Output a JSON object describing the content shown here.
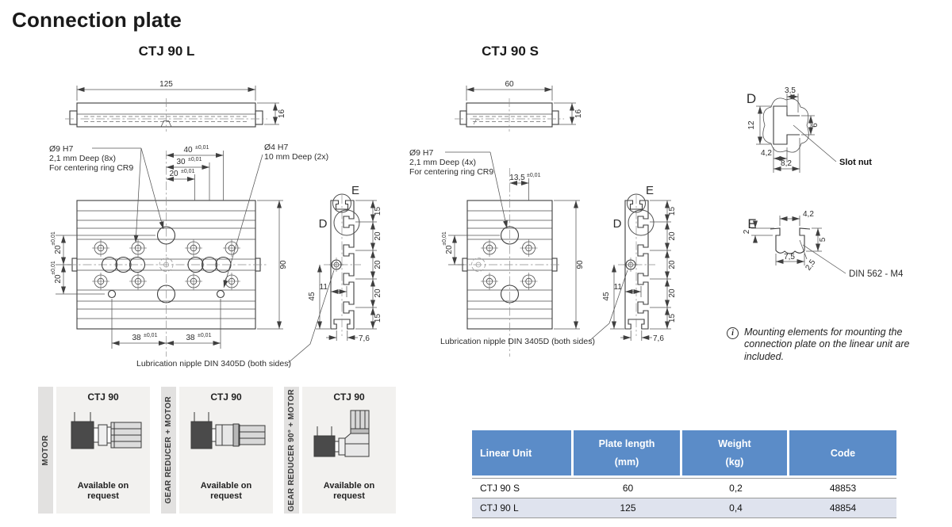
{
  "page": {
    "title": "Connection plate"
  },
  "tol": "±0,01",
  "ctj90l": {
    "title": "CTJ 90 L",
    "top": {
      "length": "125",
      "thickness": "16"
    },
    "front": {
      "hole9_1": "Ø9 H7",
      "hole9_2": "2,1 mm Deep  (8x)",
      "hole9_3": "For centering ring CR9",
      "hole4_1": "Ø4 H7",
      "hole4_2": "10 mm Deep (2x)",
      "dim_40": "40",
      "dim_30": "30",
      "dim_20": "20",
      "dim_v20_top": "20",
      "dim_v20_bot": "20",
      "dim_38_l": "38",
      "dim_38_r": "38",
      "dim_90": "90",
      "lubrication": "Lubrication nipple DIN 3405D (both sides)"
    }
  },
  "ctj90s": {
    "title": "CTJ 90 S",
    "top": {
      "length": "60",
      "thickness": "16"
    },
    "front": {
      "hole9_1": "Ø9 H7",
      "hole9_2": "2,1 mm Deep (4x)",
      "hole9_3": "For centering ring CR9",
      "dim_13_5": "13,5",
      "dim_v20": "20",
      "dim_90": "90",
      "lubrication": "Lubrication nipple DIN 3405D (both sides)"
    }
  },
  "side_view": {
    "label_d": "D",
    "label_e": "E",
    "dim_15_top": "15",
    "dim_20_1": "20",
    "dim_20_2": "20",
    "dim_20_3": "20",
    "dim_15_bot": "15",
    "dim_45": "45",
    "dim_11": "11",
    "dim_7_6": "7,6"
  },
  "detail_d": {
    "label": "D",
    "dim_3_5": "3,5",
    "dim_12": "12",
    "dim_6": "6",
    "dim_4_2": "4,2",
    "dim_8_2": "8,2",
    "callout": "Slot nut"
  },
  "detail_e": {
    "label": "E",
    "dim_4_2": "4,2",
    "dim_2": "2",
    "dim_5": "5",
    "dim_7_5": "7,5",
    "dim_2_5": "2,5",
    "callout": "DIN 562 - M4"
  },
  "note": {
    "icon": "i",
    "text": "Mounting elements for mounting the connection plate on the linear unit are included."
  },
  "options": {
    "items": [
      {
        "label": "MOTOR",
        "card_title": "CTJ 90",
        "availability": "Available on request"
      },
      {
        "label": "GEAR REDUCER + MOTOR",
        "card_title": "CTJ 90",
        "availability": "Available on request"
      },
      {
        "label": "GEAR REDUCER  90° + MOTOR",
        "card_title": "CTJ 90",
        "availability": "Available on request"
      }
    ]
  },
  "table": {
    "columns": {
      "c1": "Linear Unit",
      "c2a": "Plate length",
      "c2b": "(mm)",
      "c3a": "Weight",
      "c3b": "(kg)",
      "c4": "Code"
    },
    "rows": [
      {
        "unit": "CTJ 90 S",
        "length": "60",
        "weight": "0,2",
        "code": "48853"
      },
      {
        "unit": "CTJ 90 L",
        "length": "125",
        "weight": "0,4",
        "code": "48854"
      }
    ]
  },
  "colors": {
    "table_header_bg": "#5b8cc8",
    "table_row_alt_bg": "#dfe3ee",
    "drawing_line": "#3d3d3d",
    "panel_strip_bg": "#e2e1e0",
    "panel_card_bg": "#f2f1ef"
  }
}
